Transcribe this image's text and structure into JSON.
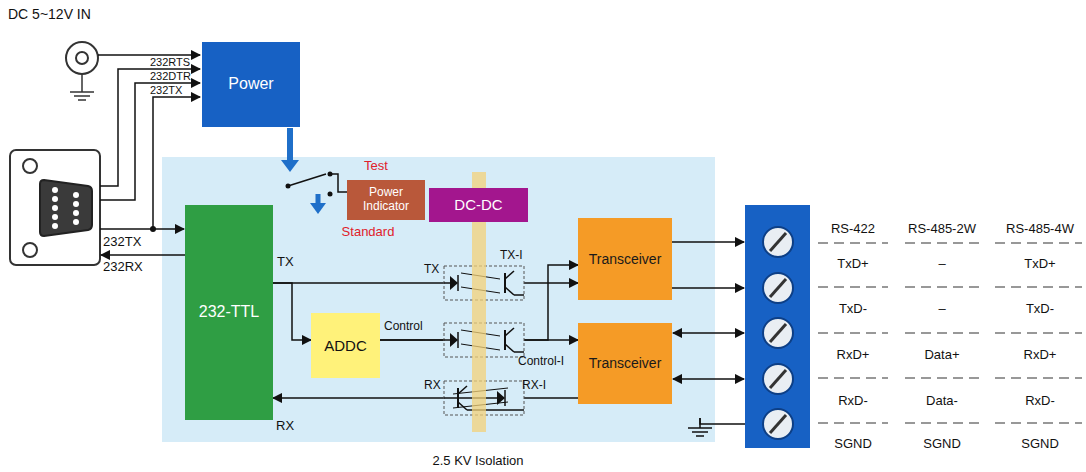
{
  "diagram": {
    "nodes": [
      {
        "text": [
          "Power"
        ]
      },
      {
        "text": [
          "Power Indicator"
        ]
      },
      {
        "text": [
          "DC-DC"
        ]
      },
      {
        "text": [
          "232-TTL"
        ]
      },
      {
        "text": [
          "ADDC"
        ]
      },
      {
        "text": [
          "Transceiver"
        ]
      },
      {
        "text": [
          "Transceiver"
        ]
      }
    ],
    "edges": [
      {
        "from": 3,
        "to": 4,
        "arrow": "to"
      },
      {
        "from": 3,
        "to": 5,
        "arrow": "to"
      },
      {
        "from": 4,
        "to": 5,
        "arrow": "to"
      },
      {
        "from": 4,
        "to": 6,
        "arrow": "to"
      },
      {
        "from": 6,
        "to": 3,
        "arrow": "to"
      }
    ],
    "labels": [
      "DC 5~12V IN",
      "232RTS",
      "232DTR",
      "232TX",
      "Test",
      "Standard",
      "232TX",
      "232RX",
      "TX",
      "TX",
      "TX-I",
      "Control",
      "Control-I",
      "RX",
      "RX-I",
      "RX",
      "2.5 KV Isolation",
      "RS-422",
      "RS-485-2W",
      "RS-485-4W",
      "TxD+",
      "–",
      "TxD+",
      "TxD-",
      "–",
      "TxD-",
      "RxD+",
      "Data+",
      "RxD+",
      "RxD-",
      "Data-",
      "RxD-",
      "SGND",
      "SGND",
      "SGND"
    ]
  }
}
